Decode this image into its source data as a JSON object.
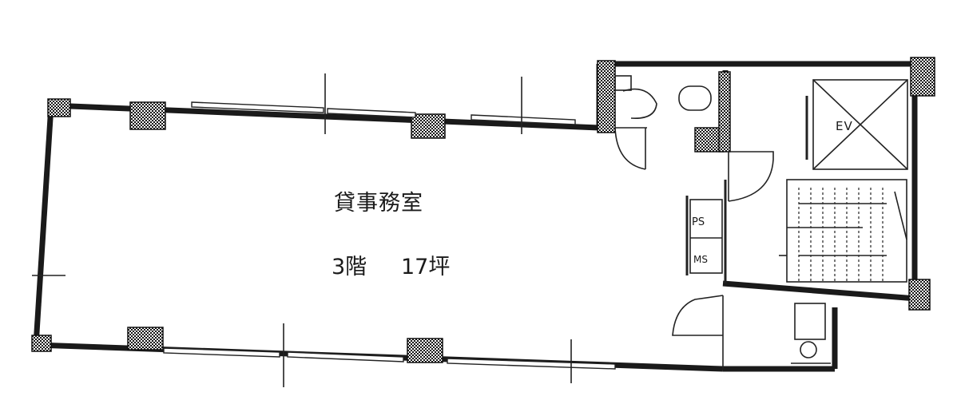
{
  "floor_plan": {
    "room_name": "貸事務室",
    "floor": "3階",
    "area": "17坪",
    "ps_label": "PS",
    "ms_label": "MS",
    "ev_label": "EV"
  }
}
